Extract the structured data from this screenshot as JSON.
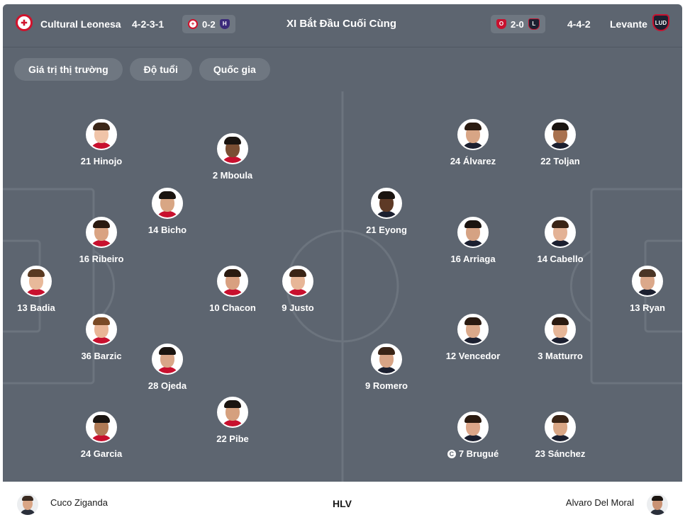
{
  "header": {
    "home_team": "Cultural Leonesa",
    "home_formation": "4-2-3-1",
    "home_last_result": "0-2",
    "title": "XI Bắt Đầu Cuối Cùng",
    "away_last_result": "2-0",
    "away_formation": "4-4-2",
    "away_team": "Levante"
  },
  "tabs": [
    "Giá trị thị trường",
    "Độ tuổi",
    "Quốc gia"
  ],
  "home_players": [
    {
      "label": "13 Badia",
      "skin": "#e8b99a",
      "hair": "#5a3a22"
    },
    {
      "label": "21 Hinojo",
      "skin": "#f0c4a8",
      "hair": "#3b2618"
    },
    {
      "label": "16 Ribeiro",
      "skin": "#d9a382",
      "hair": "#2a1a10"
    },
    {
      "label": "36 Barzic",
      "skin": "#e9b596",
      "hair": "#7a4a26"
    },
    {
      "label": "24 Garcia",
      "skin": "#b07a55",
      "hair": "#1a1410"
    },
    {
      "label": "14 Bicho",
      "skin": "#d8a684",
      "hair": "#1a1410"
    },
    {
      "label": "28 Ojeda",
      "skin": "#d9a688",
      "hair": "#1a1410"
    },
    {
      "label": "2 Mboula",
      "skin": "#7a4e33",
      "hair": "#1a1410"
    },
    {
      "label": "10 Chacon",
      "skin": "#d8a080",
      "hair": "#2a1a10"
    },
    {
      "label": "22 Pibe",
      "skin": "#d5a07e",
      "hair": "#1a1410"
    },
    {
      "label": "9 Justo",
      "skin": "#e7b697",
      "hair": "#3a2416"
    }
  ],
  "away_players": [
    {
      "label": "13 Ryan",
      "skin": "#dba88a",
      "hair": "#4a3526"
    },
    {
      "label": "22 Toljan",
      "skin": "#a8714f",
      "hair": "#1a1410"
    },
    {
      "label": "14 Cabello",
      "skin": "#e3b295",
      "hair": "#3a2416"
    },
    {
      "label": "3 Matturro",
      "skin": "#e6b698",
      "hair": "#2a1a10"
    },
    {
      "label": "23 Sánchez",
      "skin": "#d9a685",
      "hair": "#3a2416"
    },
    {
      "label": "24 Álvarez",
      "skin": "#d8a585",
      "hair": "#2a1a10"
    },
    {
      "label": "16 Arriaga",
      "skin": "#d5a283",
      "hair": "#1a1410"
    },
    {
      "label": "12 Vencedor",
      "skin": "#dba98a",
      "hair": "#2a1a10"
    },
    {
      "label": "7 Brugué",
      "skin": "#dca689",
      "hair": "#2a1a10",
      "captain": true
    },
    {
      "label": "21 Eyong",
      "skin": "#5e3a26",
      "hair": "#1a1410"
    },
    {
      "label": "9 Romero",
      "skin": "#d8a486",
      "hair": "#3a2416"
    }
  ],
  "coaches": {
    "label": "HLV",
    "home": "Cuco Ziganda",
    "away": "Alvaro Del Moral"
  },
  "colors": {
    "pitch": "#5d6570",
    "pitch_lines": "#6c747e",
    "pill": "#6f7781",
    "cultural_red": "#d0122c",
    "levante_navy": "#1c2030"
  }
}
